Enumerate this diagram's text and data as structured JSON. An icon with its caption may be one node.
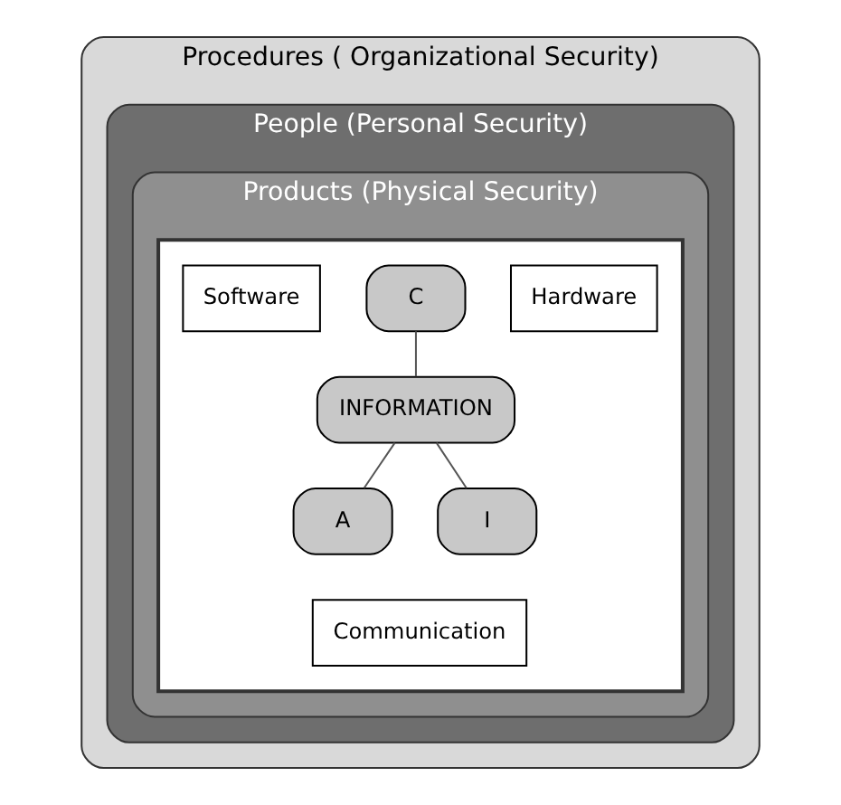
{
  "diagram": {
    "nodes": [
      {
        "text": [
          "Procedures ( Organizational Security)"
        ]
      },
      {
        "text": [
          "People (Personal Security)"
        ],
        "in": 0
      },
      {
        "text": [
          "Products (Physical Security)"
        ],
        "in": 1
      },
      {
        "text": [],
        "shape": "triangle",
        "in": 2
      },
      {
        "text": [
          "Software"
        ],
        "in": 3
      },
      {
        "text": [
          "C"
        ],
        "in": 3
      },
      {
        "text": [
          "Hardware"
        ],
        "in": 3
      },
      {
        "text": [
          "INFORMATION"
        ],
        "in": 3
      },
      {
        "text": [
          "A"
        ],
        "in": 3
      },
      {
        "text": [
          "I"
        ],
        "in": 3
      },
      {
        "text": [
          "Communication"
        ],
        "in": 3
      }
    ],
    "edges": [
      {
        "from": 5,
        "to": 7,
        "arrow": "none"
      },
      {
        "from": 7,
        "to": 8,
        "arrow": "none"
      },
      {
        "from": 7,
        "to": 9,
        "arrow": "none"
      }
    ]
  }
}
